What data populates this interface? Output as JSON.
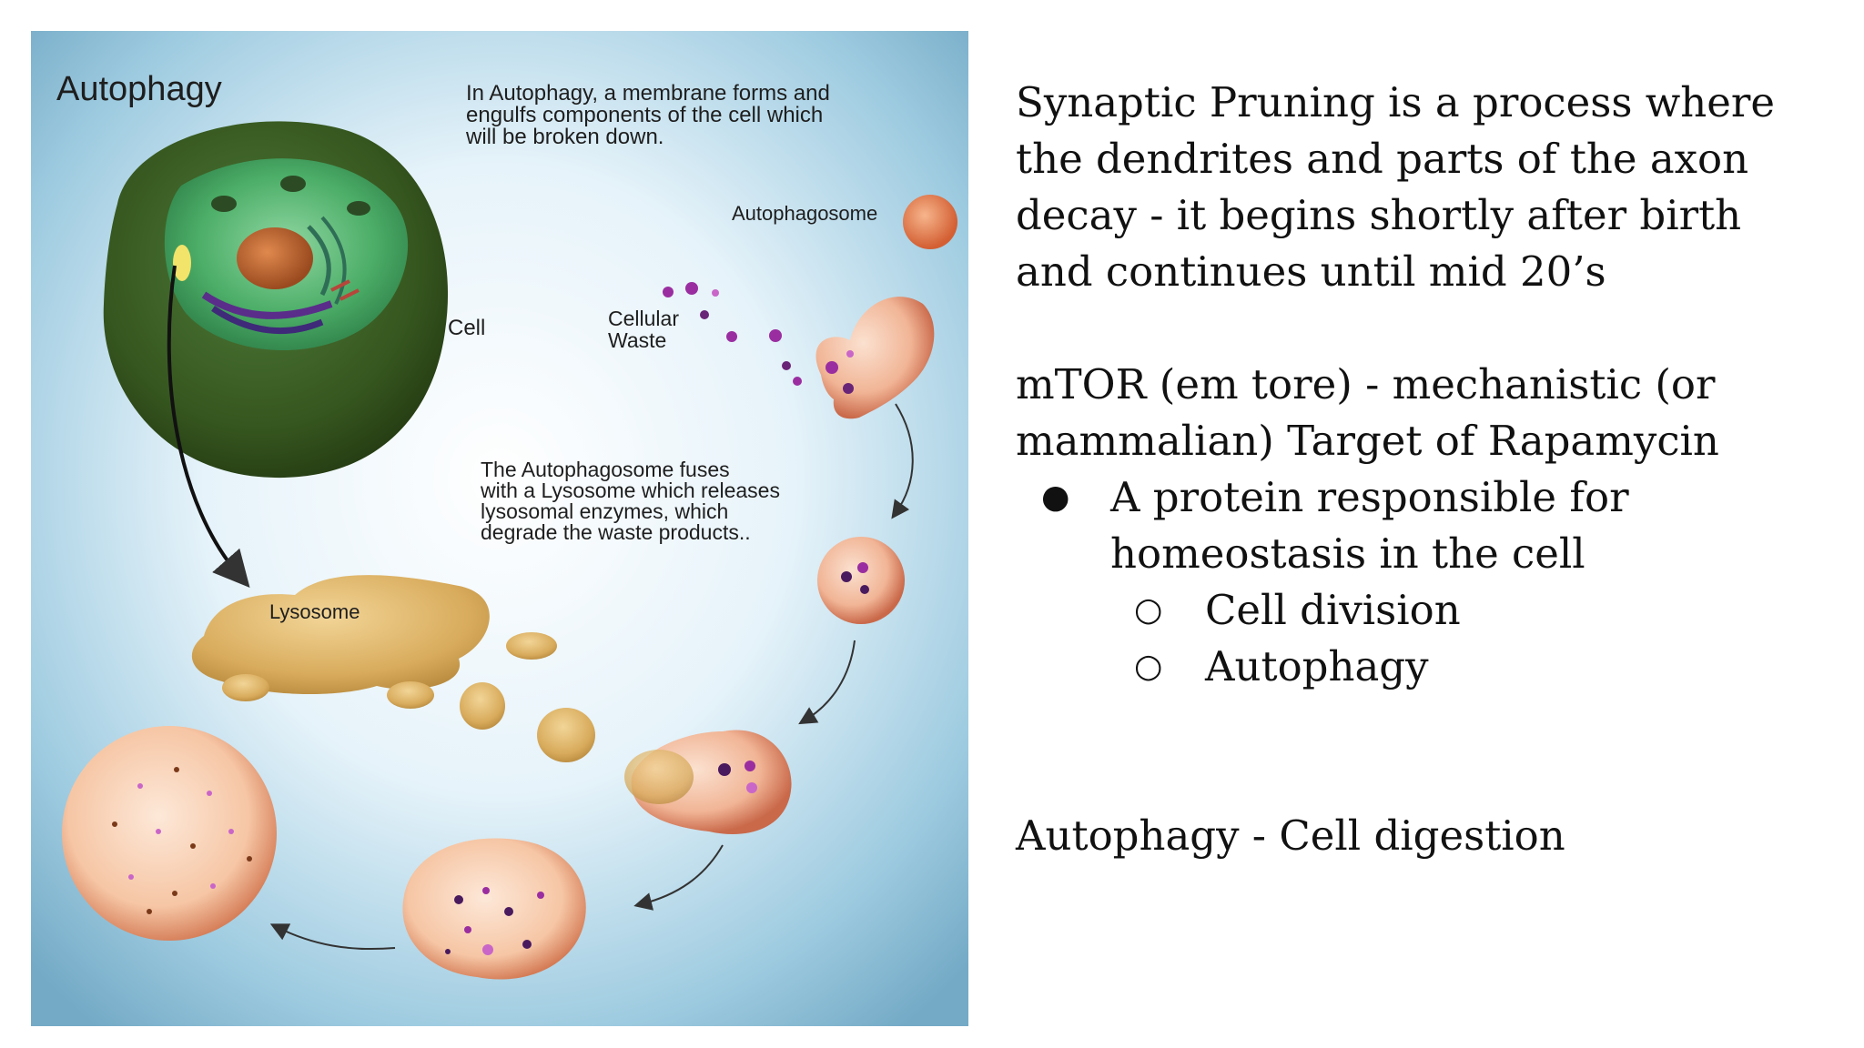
{
  "diagram": {
    "title": "Autophagy",
    "caption_top": [
      "In Autophagy, a membrane forms and",
      "engulfs components of the cell which",
      "will be broken down."
    ],
    "label_autophagosome": "Autophagosome",
    "label_cell": "Cell",
    "label_cellular_waste": [
      "Cellular",
      "Waste"
    ],
    "caption_middle": [
      "The Autophagosome fuses",
      "with a Lysosome which releases",
      "lysosomal enzymes, which",
      "degrade the waste products.."
    ],
    "label_lysosome": "Lysosome"
  },
  "notes": {
    "synaptic_lines": [
      "Synaptic Pruning is a process where",
      "the dendrites and parts of the axon",
      "decay - it begins shortly after birth",
      "and continues until mid 20’s"
    ],
    "mtor_lines": [
      "mTOR (em tore) - mechanistic (or",
      "mammalian)  Target of Rapamycin"
    ],
    "bullet_glyph": "●",
    "bullet_lines": [
      "A protein responsible for",
      "homeostasis in the cell"
    ],
    "sub_glyph": "○",
    "sub_bullets": [
      "Cell division",
      "Autophagy"
    ],
    "autophagy_def": "Autophagy - Cell digestion"
  }
}
